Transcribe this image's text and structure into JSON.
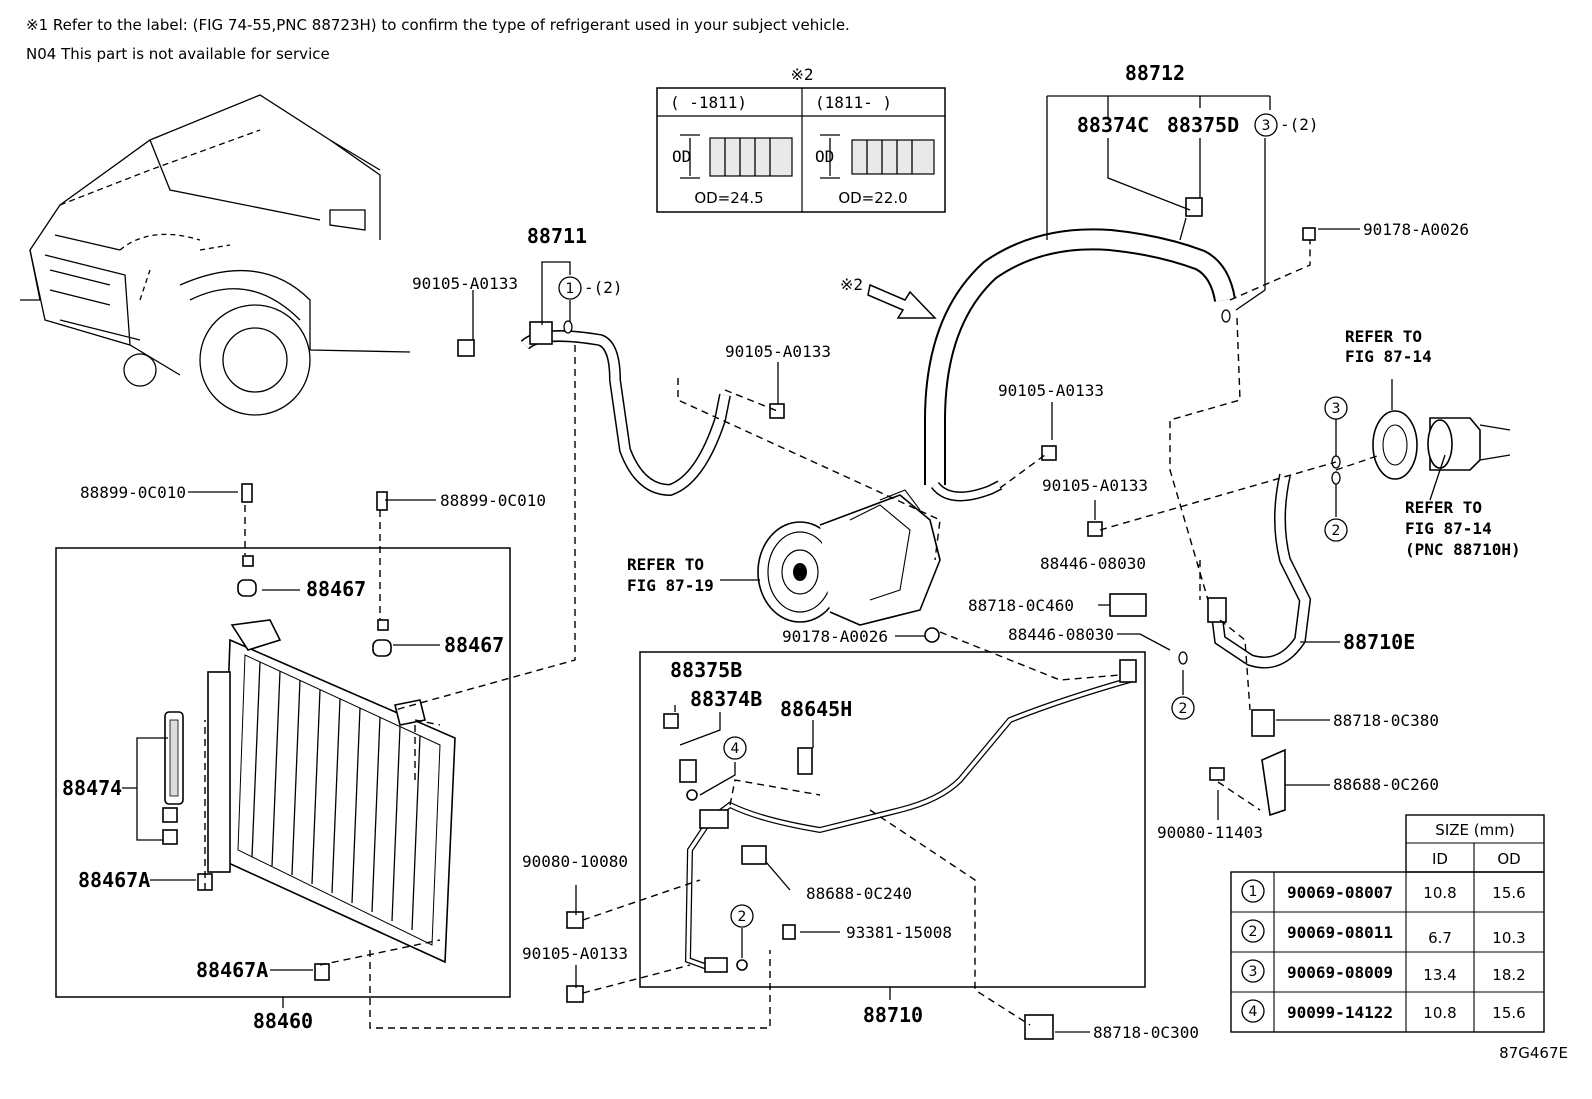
{
  "notes": {
    "note1": "※1 Refer to the label: (FIG 74-55,PNC 88723H) to confirm the type of refrigerant used in your subject vehicle.",
    "note2": "N04 This part is not available for service"
  },
  "od_box": {
    "marker": "※2",
    "left_header": "(     -1811)",
    "right_header": "(1811-      )",
    "od_label": "OD",
    "left_value": "OD=24.5",
    "right_value": "OD=22.0"
  },
  "arrow_marker": "※2",
  "circle_labels": {
    "c1": "1",
    "c2": "2",
    "c3": "3",
    "c4": "4",
    "qty2": "-(2)"
  },
  "parts": {
    "p88712": "88712",
    "p88374C": "88374C",
    "p88375D": "88375D",
    "p88711": "88711",
    "p88375B": "88375B",
    "p88374B": "88374B",
    "p88645H": "88645H",
    "p88467": "88467",
    "p88474": "88474",
    "p88467A": "88467A",
    "p88460": "88460",
    "p88710": "88710",
    "p88710E": "88710E",
    "p90105": "90105-A0133",
    "p90178": "90178-A0026",
    "p88899": "88899-0C010",
    "p88446": "88446-08030",
    "p88718_460": "88718-0C460",
    "p88718_380": "88718-0C380",
    "p88688_260": "88688-0C260",
    "p90080_11403": "90080-11403",
    "p90080_10080": "90080-10080",
    "p88688_240": "88688-0C240",
    "p93381": "93381-15008",
    "p88718_300": "88718-0C300"
  },
  "refs": {
    "refer_to": "REFER TO",
    "fig_87_14": "FIG 87-14",
    "fig_87_19": "FIG 87-19",
    "pnc_88710h": "(PNC 88710H)"
  },
  "size_table": {
    "title": "SIZE (mm)",
    "col_id": "ID",
    "col_od": "OD",
    "rows": [
      {
        "num": "1",
        "part": "90069-08007",
        "id": "10.8",
        "od": "15.6"
      },
      {
        "num": "2",
        "part": "90069-08011",
        "id": "6.7",
        "od": "10.3"
      },
      {
        "num": "3",
        "part": "90069-08009",
        "id": "13.4",
        "od": "18.2"
      },
      {
        "num": "4",
        "part": "90099-14122",
        "id": "10.8",
        "od": "15.6"
      }
    ]
  },
  "figure_code": "87G467E"
}
